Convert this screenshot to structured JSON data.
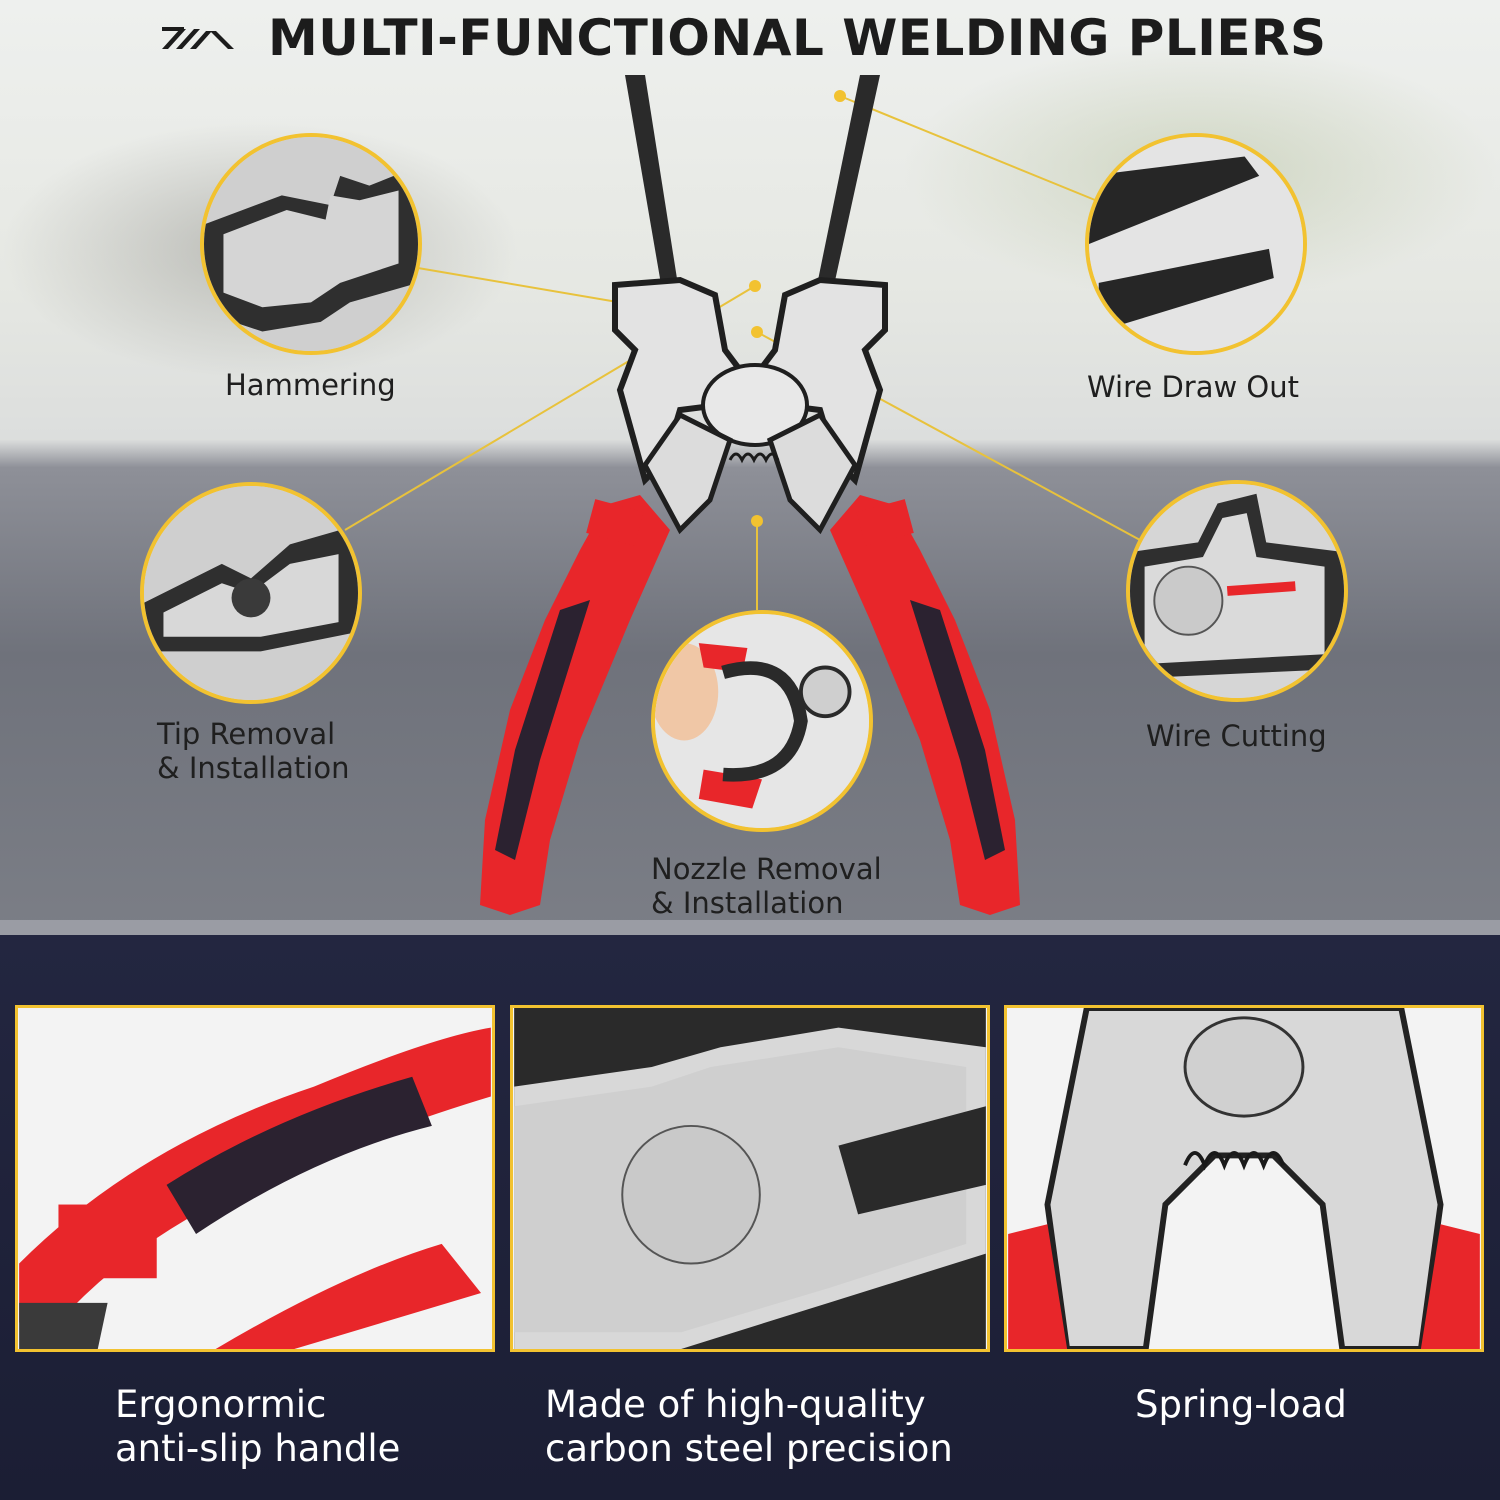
{
  "header": {
    "title": "MULTI-FUNCTIONAL WELDING PLIERS",
    "logo": "brand-logo-icon"
  },
  "callouts": [
    {
      "label": "Hammering"
    },
    {
      "label": "Wire Draw Out"
    },
    {
      "label": "Tip Removal\n& Installation"
    },
    {
      "label": "Wire Cutting"
    },
    {
      "label": "Nozzle Removal\n& Installation"
    }
  ],
  "features": [
    {
      "label": "Ergonormic\nanti-slip handle"
    },
    {
      "label": "Made of high-quality\ncarbon steel precision"
    },
    {
      "label": "Spring-load"
    }
  ],
  "colors": {
    "accent": "#f2c230",
    "handle_red": "#e8262a",
    "handle_black": "#2b2230",
    "steel": "#d9d9d9",
    "title_text": "#1c1c1c",
    "bottom_background": "#1d2038"
  }
}
